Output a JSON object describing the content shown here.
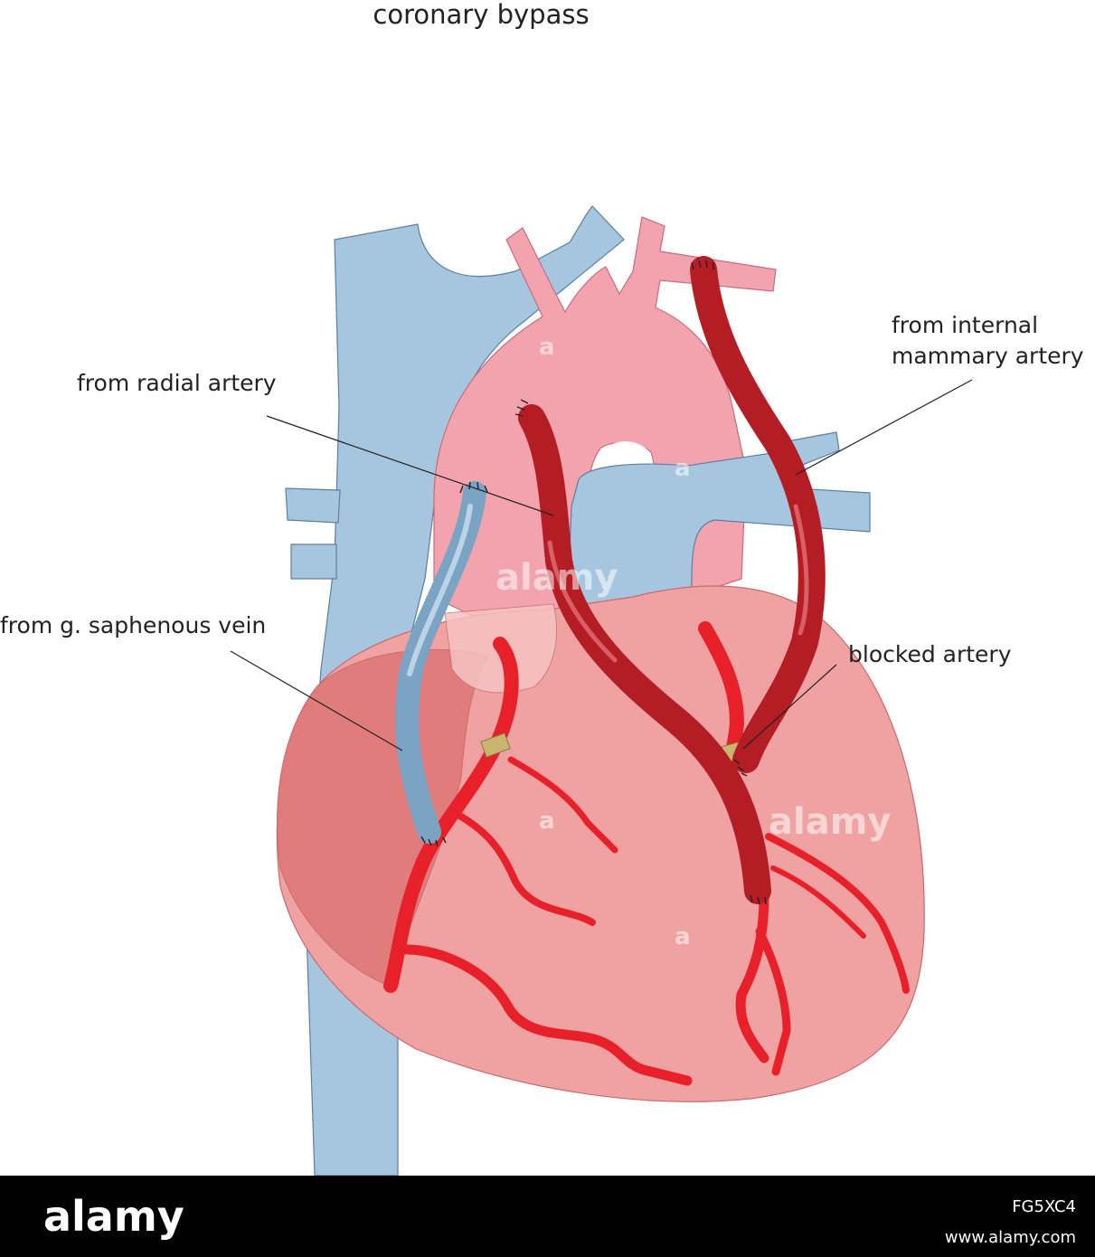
{
  "title": "coronary bypass",
  "labels": {
    "radial": "from radial artery",
    "mammary_line1": "from internal",
    "mammary_line2": "mammary artery",
    "saphenous": "from g. saphenous vein",
    "blocked": "blocked artery"
  },
  "watermark": {
    "text": "alamy",
    "mark": "a"
  },
  "footer": {
    "logo": "alamy",
    "image_id": "FG5XC4",
    "url": "www.alamy.com"
  },
  "colors": {
    "vein_blue": "#a6c6e0",
    "aorta_pink": "#f3a3ae",
    "heart_pink": "#f0a2a2",
    "atrium": "#e07b7b",
    "coronary_red": "#e8202a",
    "graft_dark_red": "#b51d25",
    "graft_vein": "#7aa3c4",
    "blockage": "#c9b470",
    "footer_bg": "#000000"
  }
}
